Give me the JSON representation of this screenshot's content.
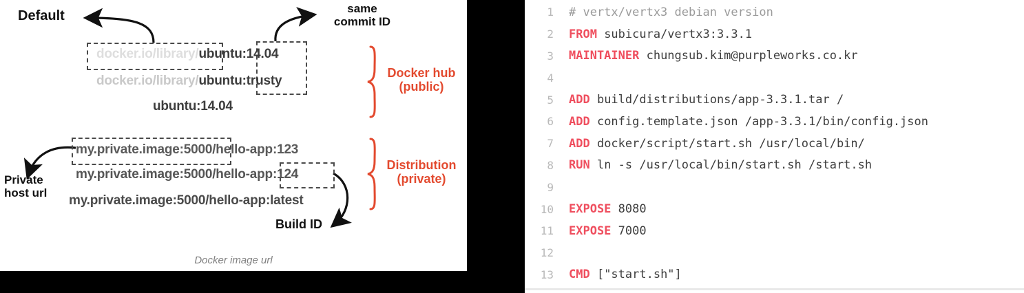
{
  "diagram": {
    "caption": "Docker image url",
    "annotations": {
      "default": "Default",
      "same_commit_id": "same\ncommit ID",
      "private_host_url": "Private\nhost url",
      "build_id": "Build ID",
      "docker_hub": "Docker hub\n(public)",
      "distribution": "Distribution\n(private)"
    },
    "public_rows": [
      {
        "prefix": "docker.io/library/",
        "name": "ubuntu",
        "tag": ":14.04",
        "prefix_style": "faint1"
      },
      {
        "prefix": "docker.io/library/",
        "name": "ubuntu",
        "tag": ":trusty",
        "prefix_style": "faint2"
      },
      {
        "prefix": "",
        "name": "ubuntu",
        "tag": ":14.04",
        "prefix_style": "none"
      }
    ],
    "private_rows": [
      "my.private.image:5000/hello-app:123",
      "my.private.image:5000/hello-app:124",
      "my.private.image:5000/hello-app:latest"
    ],
    "colors": {
      "annotation_red": "#e34a2f",
      "dash_box": "#4a4a4a",
      "faint_text": "#dedede",
      "dark_text": "#3d3d3d"
    }
  },
  "code": {
    "language": "dockerfile",
    "keyword_color": "#ef4e5e",
    "comment_color": "#9a9a9a",
    "lines": [
      {
        "n": "1",
        "kw": "",
        "rest": "# vertx/vertx3 debian version",
        "comment": true
      },
      {
        "n": "2",
        "kw": "FROM",
        "rest": " subicura/vertx3:3.3.1"
      },
      {
        "n": "3",
        "kw": "MAINTAINER",
        "rest": " chungsub.kim@purpleworks.co.kr"
      },
      {
        "n": "4",
        "kw": "",
        "rest": ""
      },
      {
        "n": "5",
        "kw": "ADD",
        "rest": " build/distributions/app-3.3.1.tar /"
      },
      {
        "n": "6",
        "kw": "ADD",
        "rest": " config.template.json /app-3.3.1/bin/config.json"
      },
      {
        "n": "7",
        "kw": "ADD",
        "rest": " docker/script/start.sh /usr/local/bin/"
      },
      {
        "n": "8",
        "kw": "RUN",
        "rest": " ln -s /usr/local/bin/start.sh /start.sh"
      },
      {
        "n": "9",
        "kw": "",
        "rest": ""
      },
      {
        "n": "10",
        "kw": "EXPOSE",
        "rest": " 8080"
      },
      {
        "n": "11",
        "kw": "EXPOSE",
        "rest": " 7000"
      },
      {
        "n": "12",
        "kw": "",
        "rest": ""
      },
      {
        "n": "13",
        "kw": "CMD",
        "rest": " [\"start.sh\"]"
      }
    ]
  }
}
